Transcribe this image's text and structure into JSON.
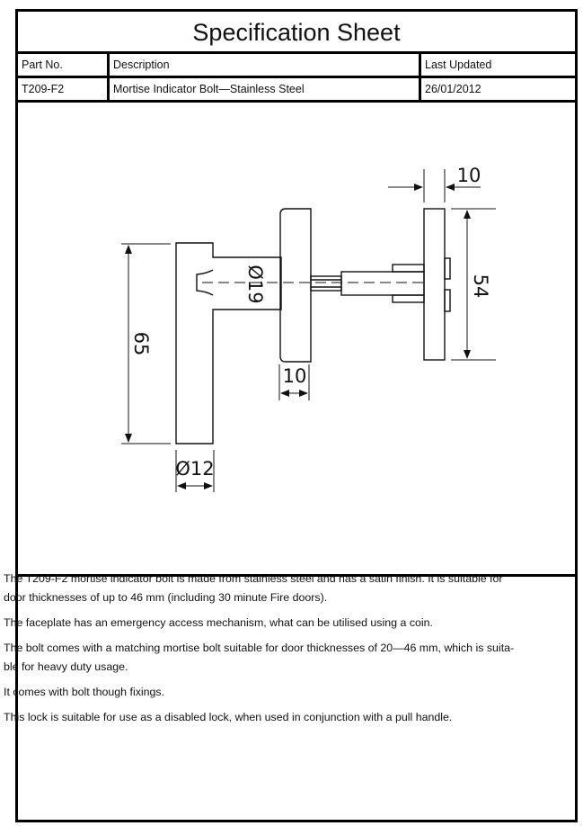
{
  "title": "Specification Sheet",
  "header": {
    "part_no": "Part No.",
    "description": "Description",
    "last_updated": "Last Updated"
  },
  "row": {
    "part_no": "T209-F2",
    "description": "Mortise Indicator Bolt—Stainless Steel",
    "last_updated": "26/01/2012"
  },
  "drawing": {
    "dim_height": "65",
    "dim_handle_dia": "Ø12",
    "dim_neck_dia": "Ø19",
    "dim_rose_depth": "10",
    "dim_plate_height": "54",
    "dim_plate_depth": "10"
  },
  "paragraphs": [
    [
      "The T209-F2 mortise indicator bolt is made from stainless steel and has a satin finish. It is suitable for",
      "door thicknesses of up to  46 mm (including 30 minute Fire doors)."
    ],
    [
      "The faceplate has an emergency  access mechanism, what can be utilised using a coin."
    ],
    [
      "The bolt comes with a matching mortise bolt suitable for  door thicknesses of 20—46 mm, which is suita-",
      "ble for heavy duty usage."
    ],
    [
      "It comes with bolt though fixings."
    ],
    [
      "This lock is suitable for use as a disabled lock, when used in conjunction with a pull handle."
    ]
  ]
}
